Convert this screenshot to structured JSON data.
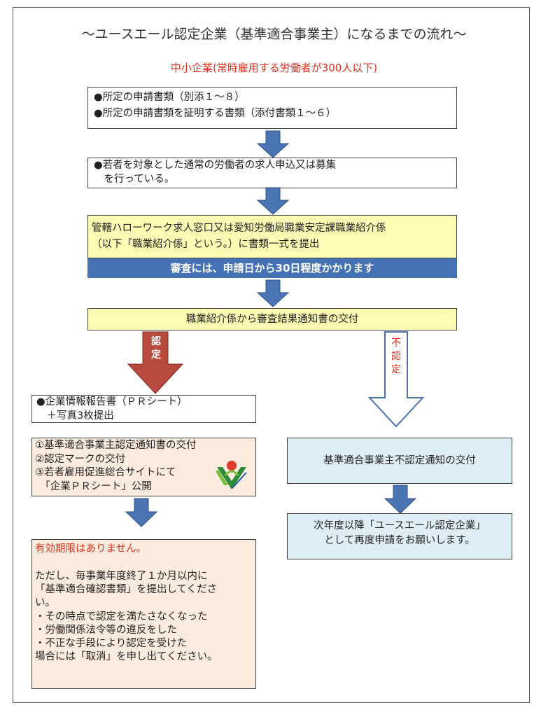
{
  "title": "～ユースエール認定企業（基準適合事業主）になるまでの流れ～",
  "subtitle": "中小企業(常時雇用する労働者が300人以下)",
  "step1": {
    "lines": [
      "●所定の申請書類（別添１～８）",
      "●所定の申請書類を証明する書類（添付書類１～６）"
    ]
  },
  "step2": {
    "lines": [
      "●若者を対象とした通常の労働者の求人申込又は募集",
      "　を行っている。"
    ]
  },
  "step3": {
    "lines": [
      "管轄ハローワーク求人窓口又は愛知労働局職業安定課職業紹介係",
      "（以下「職業紹介係」という。）に書類一式を提出"
    ]
  },
  "review_note": "審査には、申請日から30日程度かかります",
  "step4": {
    "text": "職業紹介係から審査結果通知書の交付"
  },
  "approved_label": [
    "認",
    "定"
  ],
  "not_approved_label": [
    "不",
    "認",
    "定"
  ],
  "left_branch": {
    "report_box": {
      "lines": [
        "●企業情報報告書（ＰＲシート）",
        "　＋写真3枚提出"
      ]
    },
    "grant_box": {
      "lines": [
        "①基準適合事業主認定通知書の交付",
        "②認定マークの交付",
        "③若者雇用促進総合サイトにて",
        "　「企業ＰＲシート」公開"
      ]
    },
    "validity_box": {
      "heading": "有効期限はありません。",
      "lines": [
        "ただし、毎事業年度終了１か月以内に",
        "「基準適合確認書類」を提出してくださ",
        "い。",
        "・その時点で認定を満たさなくなった",
        "・労働関係法令等の違反をした",
        "・不正な手段により認定を受けた",
        "場合には「取消」を申し出てください。"
      ]
    }
  },
  "right_branch": {
    "notice_box": {
      "text": "基準適合事業主不認定通知の交付"
    },
    "reapply_box": {
      "lines": [
        "次年度以降「ユースエール認定企業」",
        "として再度申請をお願いします。"
      ]
    }
  },
  "colors": {
    "arrow_blue": "#4a74b4",
    "arrow_red": "#b94a3e",
    "band_blue": "#4472b4",
    "accent_red": "#e0301e",
    "yellow": "#fdfbb4",
    "peach": "#fcebdf",
    "light_blue": "#dfeef5"
  },
  "icons": {
    "mark": "youth-yell-certification-mark-icon"
  }
}
